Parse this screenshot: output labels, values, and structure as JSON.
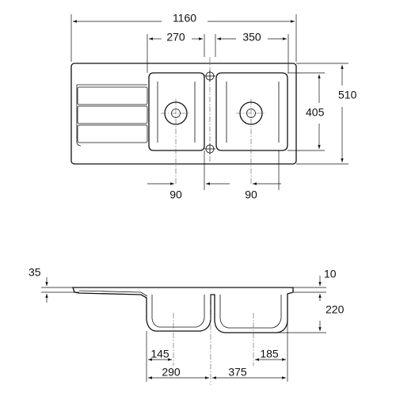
{
  "dimensions": {
    "top_view": {
      "overall_width": "1160",
      "left_bowl_width": "270",
      "right_bowl_width": "350",
      "overall_depth": "510",
      "bowl_depth": "405",
      "left_drain_offset": "90",
      "right_drain_offset": "90"
    },
    "side_view": {
      "left_thickness": "35",
      "right_thickness": "10",
      "bowl_depth": "220",
      "left_drain_position": "145",
      "right_drain_position": "185",
      "left_bowl_span": "290",
      "right_bowl_span": "375"
    }
  }
}
